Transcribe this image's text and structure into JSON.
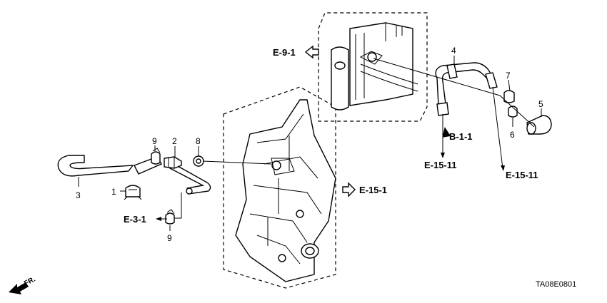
{
  "diagram": {
    "part_labels": [
      "1",
      "2",
      "3",
      "4",
      "5",
      "6",
      "7",
      "8",
      "9",
      "9"
    ],
    "references": {
      "e_9_1": "E-9-1",
      "e_15_1": "E-15-1",
      "e_3_1": "E-3-1",
      "b_1_1": "B-1-1",
      "e_15_11_a": "E-15-11",
      "e_15_11_b": "E-15-11"
    },
    "direction": "FR.",
    "code": "TA08E0801"
  }
}
